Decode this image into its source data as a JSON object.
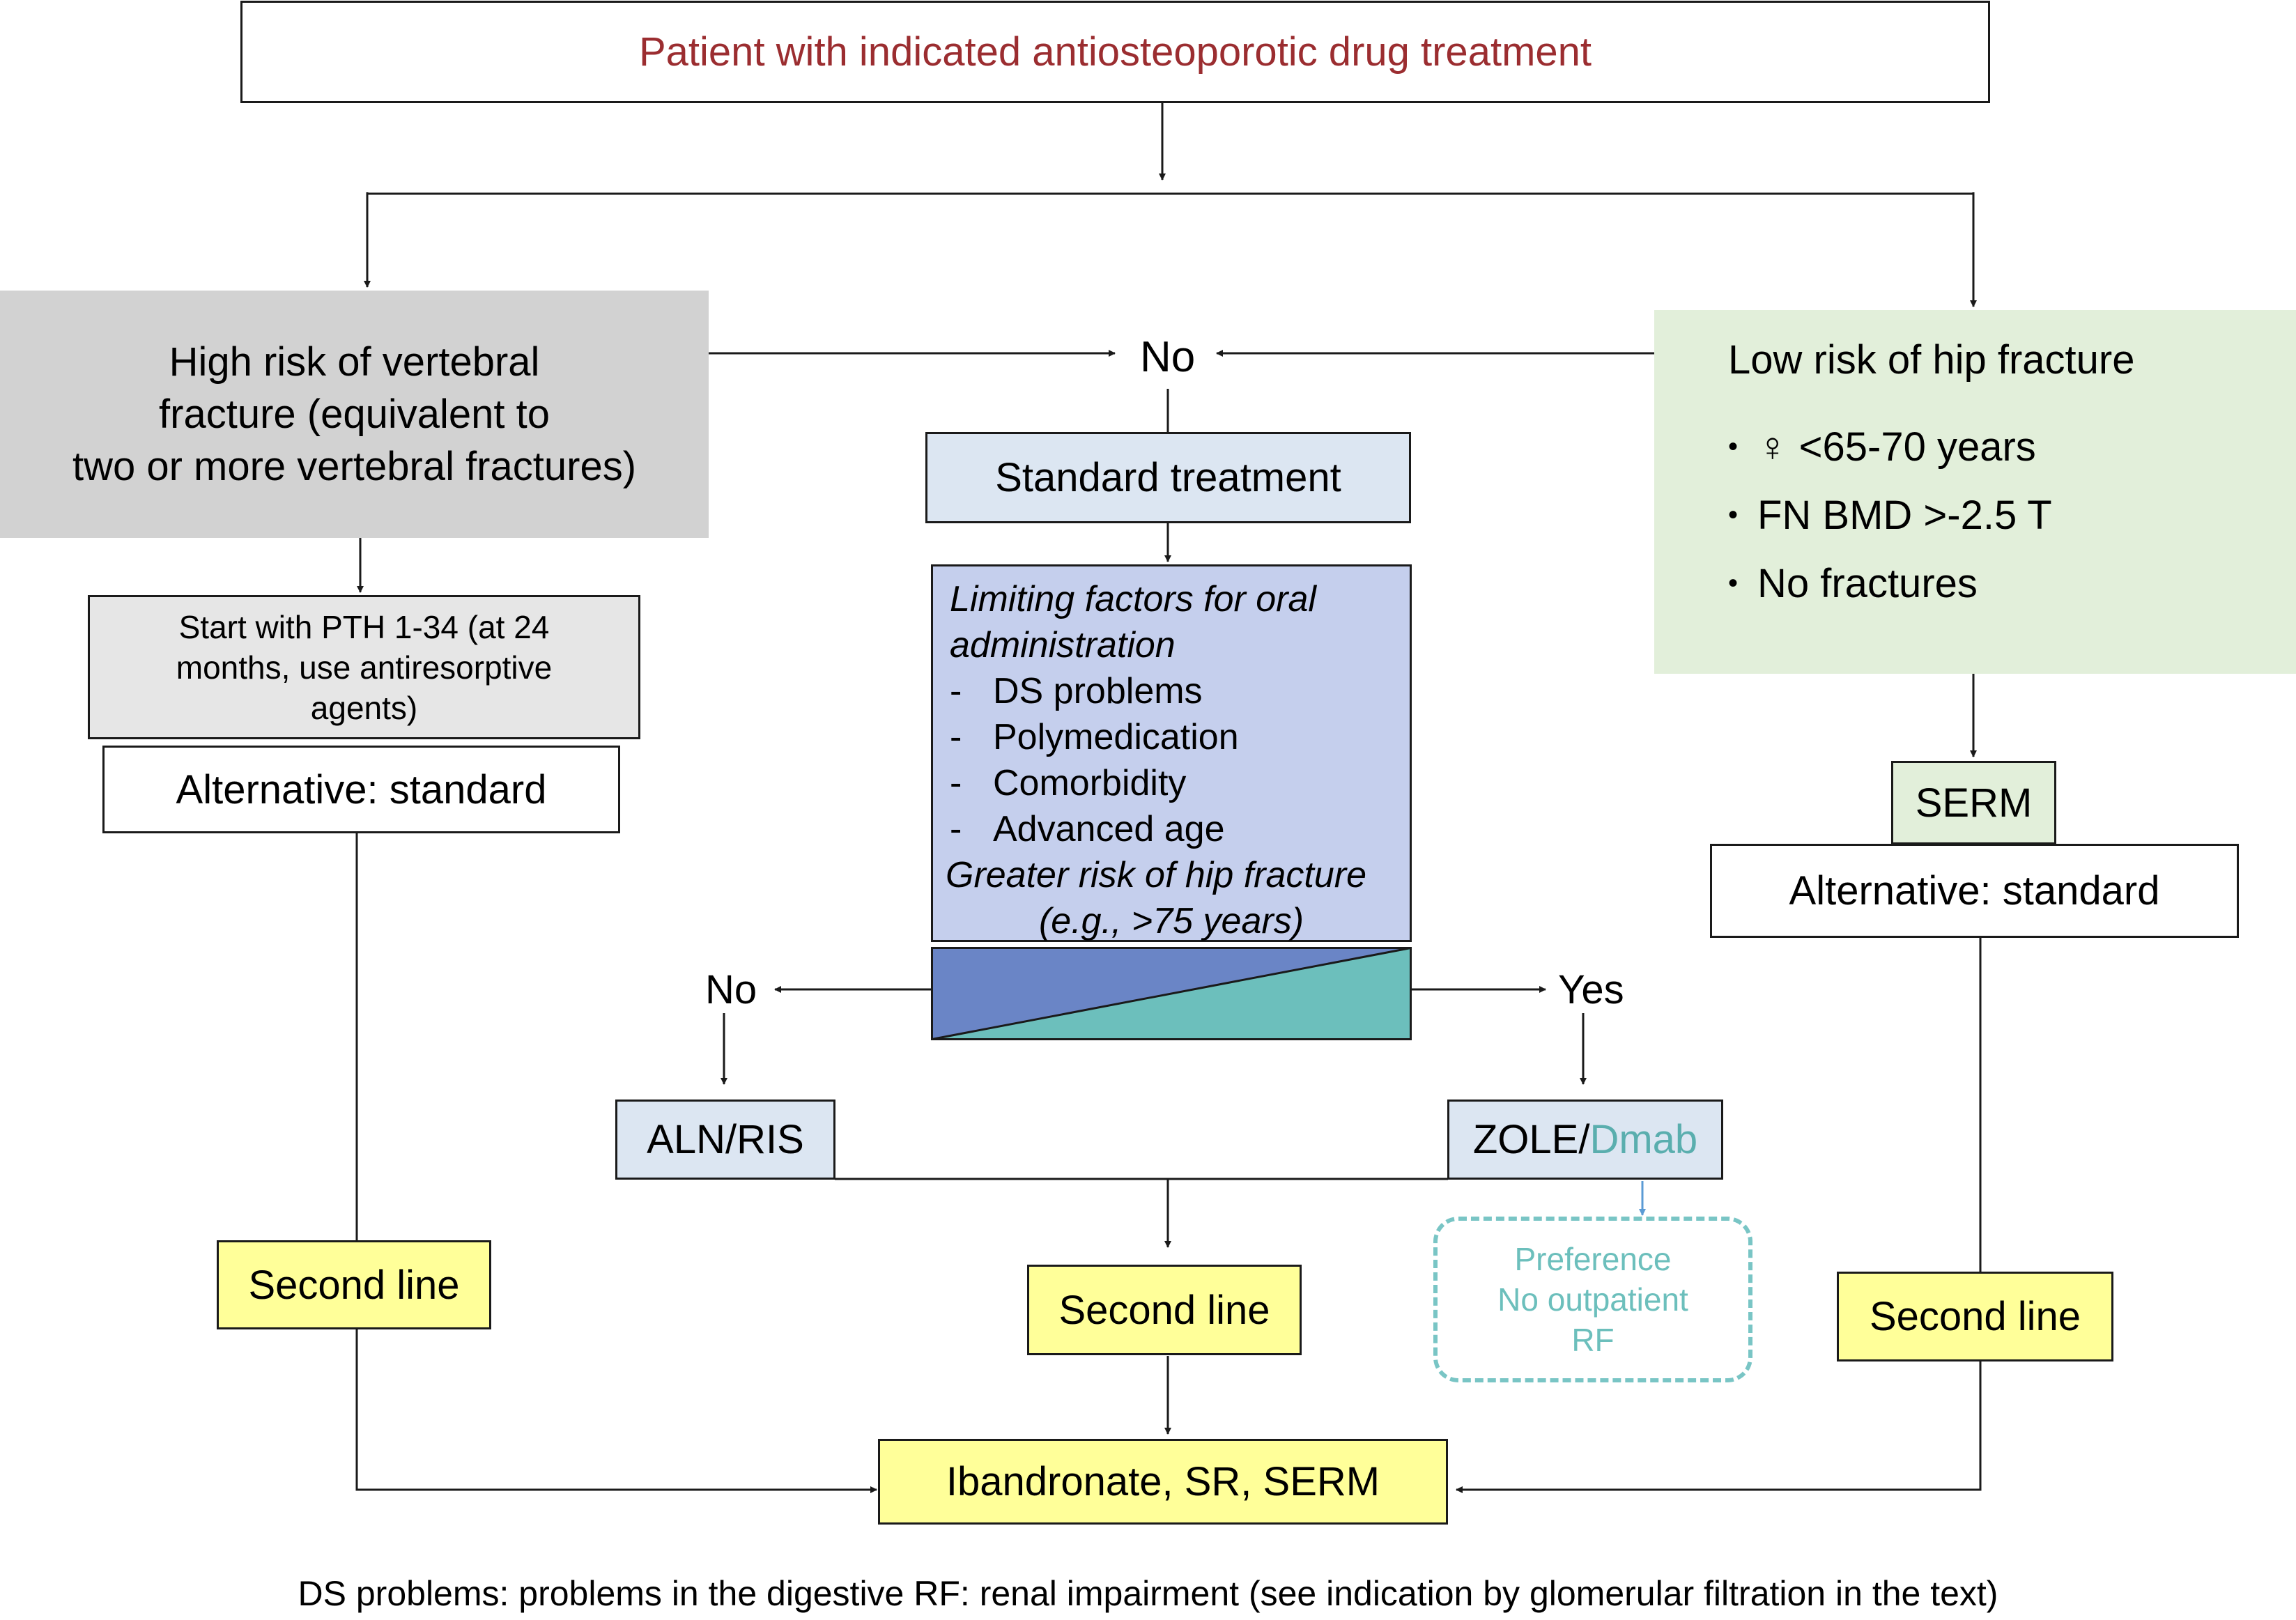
{
  "colors": {
    "title_text": "#9b2d30",
    "grey_box": "#d2d2d2",
    "light_grey_box": "#e6e6e6",
    "green_box": "#e2efda",
    "light_blue_box": "#dce6f2",
    "lavender_box": "#c5cfed",
    "blue_triangle": "#6a85c6",
    "teal_triangle": "#6cbfbc",
    "yellow_box": "#ffff99",
    "teal_text": "#5aaeae",
    "arrow_blue": "#5b9bd5"
  },
  "top": {
    "title": "Patient with indicated antiosteoporotic drug treatment"
  },
  "left": {
    "high_risk": [
      "High risk of vertebral",
      "fracture (equivalent to",
      "two or more vertebral fractures)"
    ],
    "pth": [
      "Start with PTH 1-34 (at 24",
      "months, use antiresorptive",
      "agents)"
    ],
    "alternative": "Alternative: standard",
    "second_line": "Second line"
  },
  "center": {
    "no_label": "No",
    "standard": "Standard treatment",
    "limiting_title": [
      "Limiting factors for oral",
      "administration"
    ],
    "dash": "-",
    "factors": [
      "DS problems",
      "Polymedication",
      "Comorbidity",
      "Advanced age"
    ],
    "hip_risk": [
      "Greater risk of hip fracture",
      "(e.g., >75 years)"
    ],
    "branch_no": "No",
    "branch_yes": "Yes",
    "aln_ris": "ALN/RIS",
    "zole": "ZOLE/",
    "dmab": "Dmab",
    "preference": [
      "Preference",
      "No outpatient",
      "RF"
    ],
    "second_line": "Second line",
    "final": "Ibandronate, SR, SERM"
  },
  "right": {
    "low_risk_title": "Low risk of hip fracture",
    "bullet": "•",
    "criteria": [
      "♀ <65-70 years",
      "FN BMD >-2.5 T",
      "No fractures"
    ],
    "serm": "SERM",
    "alternative": "Alternative: standard",
    "second_line": "Second line"
  },
  "footnote": "DS problems: problems in the digestive  RF:  renal impairment (see indication by glomerular filtration in the text)"
}
